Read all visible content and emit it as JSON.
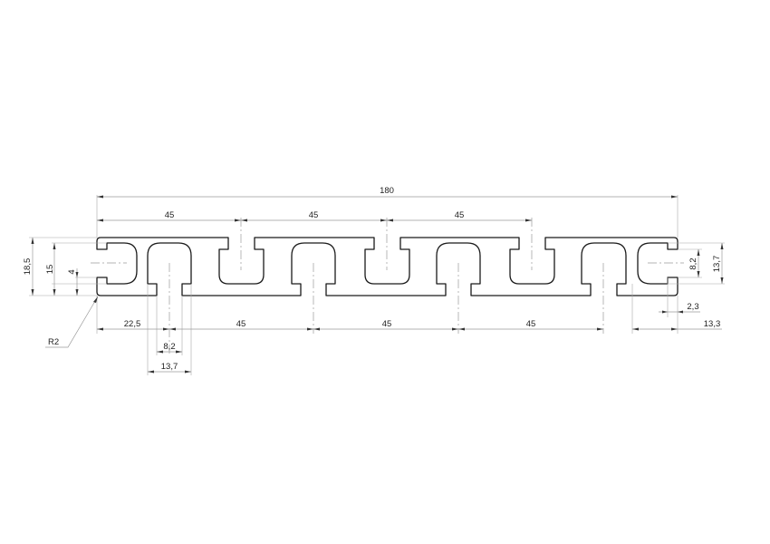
{
  "drawing": {
    "type": "aluminium extrusion profile cross-section",
    "units": "mm",
    "dimensions": {
      "overall_width": "180",
      "top_pitch_1": "45",
      "top_pitch_2": "45",
      "top_pitch_3": "45",
      "height_total": "18,5",
      "inner_height": "15",
      "slot_offset": "4",
      "corner_radius": "R2",
      "bottom_offset": "22,5",
      "bottom_pitch_1": "45",
      "bottom_pitch_2": "45",
      "bottom_pitch_3": "45",
      "slot_width": "8,2",
      "slot_chamber_width": "13,7",
      "end_slot_width": "8,2",
      "end_slot_height": "13,7",
      "end_wall": "2,3",
      "end_offset": "13,3"
    }
  }
}
